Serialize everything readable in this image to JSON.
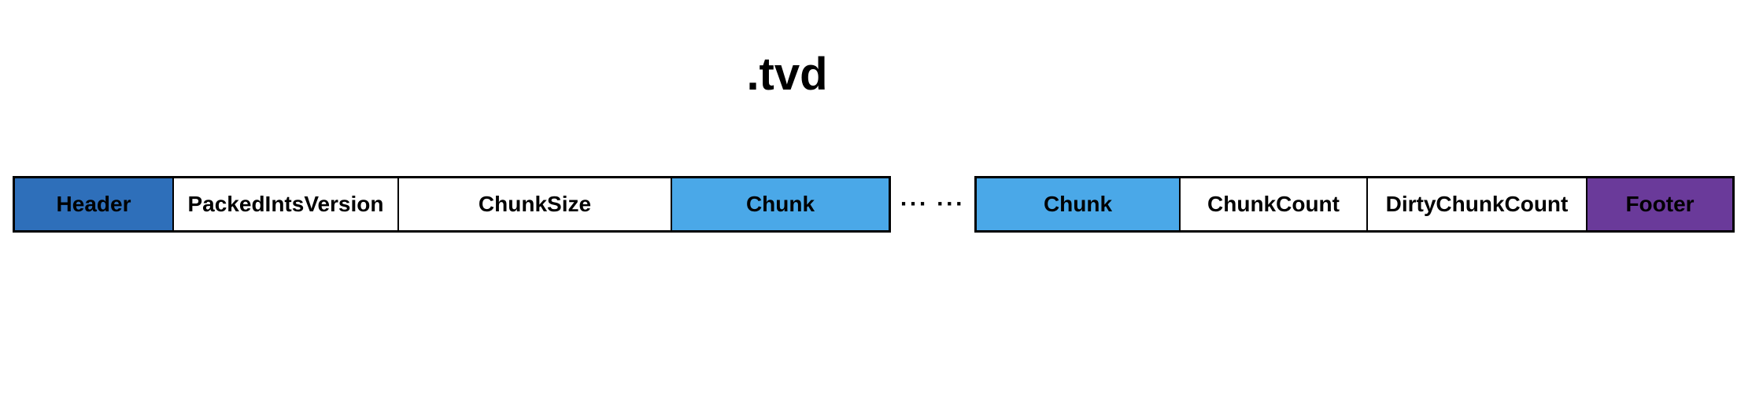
{
  "title": ".tvd",
  "left_segments": [
    {
      "label": "Header",
      "color": "#2e6fba"
    },
    {
      "label": "PackedIntsVersion",
      "color": "#ffffff"
    },
    {
      "label": "ChunkSize",
      "color": "#ffffff"
    },
    {
      "label": "Chunk",
      "color": "#4aa8e8"
    }
  ],
  "ellipsis": "··· ···",
  "right_segments": [
    {
      "label": "Chunk",
      "color": "#4aa8e8"
    },
    {
      "label": "ChunkCount",
      "color": "#ffffff"
    },
    {
      "label": "DirtyChunkCount",
      "color": "#ffffff"
    },
    {
      "label": "Footer",
      "color": "#6a3a9a"
    }
  ]
}
